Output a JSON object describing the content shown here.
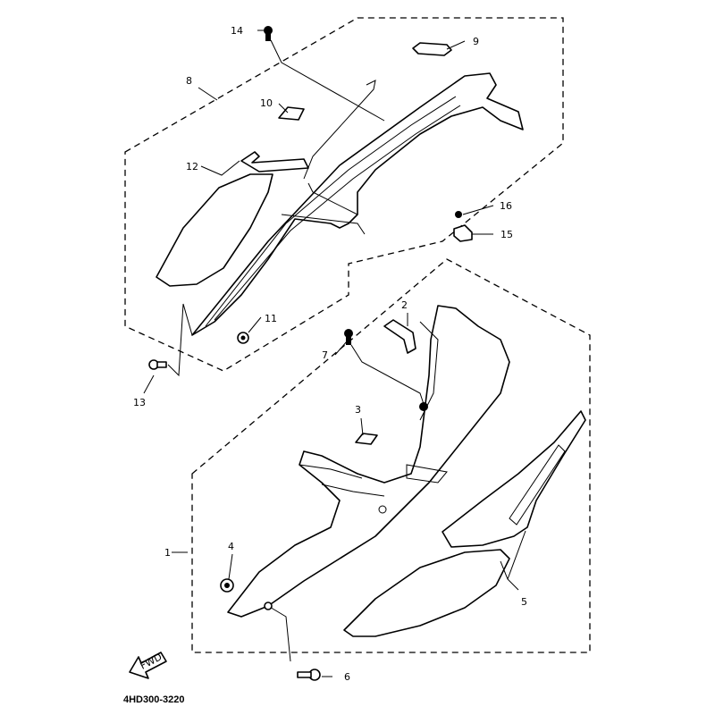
{
  "diagram": {
    "drawing_code": "4HD300-3220",
    "front_marker": "FWD",
    "parts": [
      {
        "id": "p1",
        "number": "1"
      },
      {
        "id": "p2",
        "number": "2"
      },
      {
        "id": "p3",
        "number": "3"
      },
      {
        "id": "p4",
        "number": "4"
      },
      {
        "id": "p5",
        "number": "5"
      },
      {
        "id": "p6",
        "number": "6"
      },
      {
        "id": "p7",
        "number": "7"
      },
      {
        "id": "p8",
        "number": "8"
      },
      {
        "id": "p9",
        "number": "9"
      },
      {
        "id": "p10",
        "number": "10"
      },
      {
        "id": "p11",
        "number": "11"
      },
      {
        "id": "p12",
        "number": "12"
      },
      {
        "id": "p13",
        "number": "13"
      },
      {
        "id": "p14",
        "number": "14"
      },
      {
        "id": "p15",
        "number": "15"
      },
      {
        "id": "p16",
        "number": "16"
      }
    ]
  }
}
